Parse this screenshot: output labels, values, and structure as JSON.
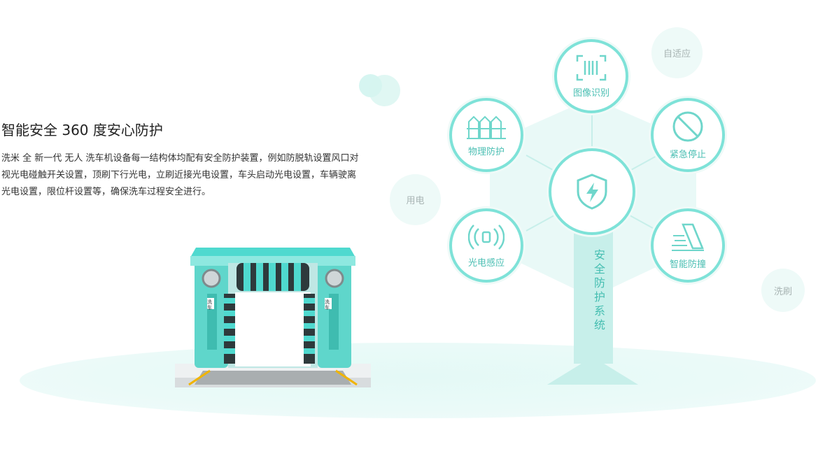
{
  "section": {
    "title": "智能安全 360 度安心防护",
    "description": "洗米 全 新一代 无人 洗车机设备每一结构体均配有安全防护装置，例如防脱轨设置风口对视光电碰触开关设置，顶刷下行光电，立刷近接光电设置，车头启动光电设置，车辆驶离光电设置，限位杆设置等，确保洗车过程安全进行。"
  },
  "bubbles": {
    "yongdian": "用电",
    "zishiying": "自适应",
    "xishua": "洗刷"
  },
  "diagram": {
    "system_label": "安全防护系统",
    "nodes": [
      {
        "label": "图像识别",
        "icon": "barcode-scan-icon"
      },
      {
        "label": "物理防护",
        "icon": "fence-icon"
      },
      {
        "label": "紧急停止",
        "icon": "stop-prohibited-icon"
      },
      {
        "label": "光电感应",
        "icon": "photoelectric-sensor-icon"
      },
      {
        "label": "智能防撞",
        "icon": "collision-bumper-icon"
      }
    ],
    "center_icon": "shield-lightning-icon"
  },
  "machine": {
    "side_label_left": "洗车",
    "side_label_right": "洗车"
  },
  "colors": {
    "accent": "#7ee2d8",
    "accent_text": "#4bbfb3",
    "trunk": "#c7efea",
    "machine_body": "#5fd6cb"
  }
}
